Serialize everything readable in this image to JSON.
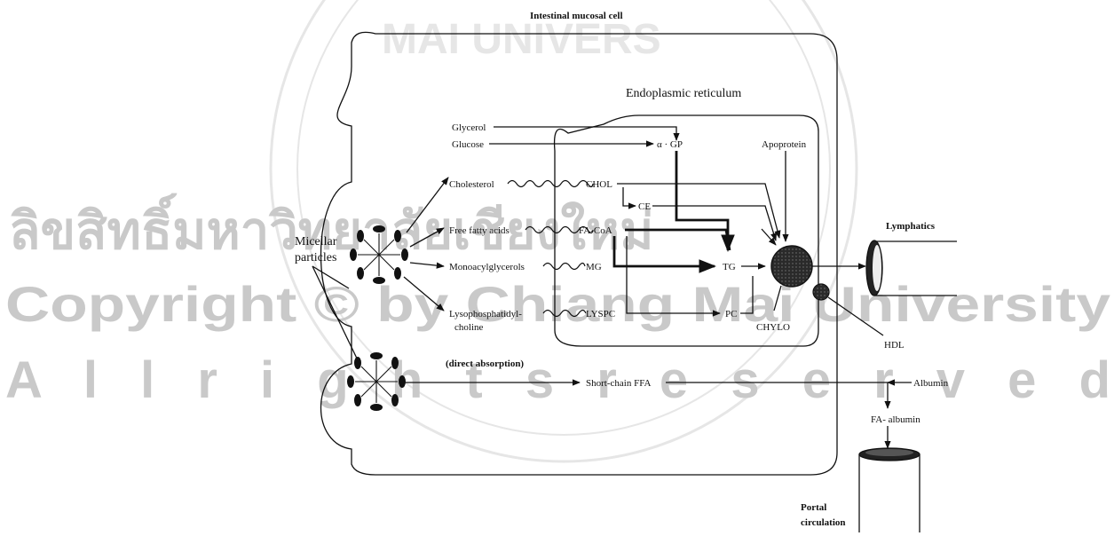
{
  "watermark": {
    "thai": "ลิขสิทธิ์มหาวิทยาลัยเชียงใหม่",
    "copyright": "Copyright © by Chiang Mai University",
    "rights": "A l l   r i g h t s   r e s e r v e d",
    "seal_text": "MAI UNIVERS",
    "color": "#c8c8c8"
  },
  "diagram": {
    "cell_title": "Intestinal mucosal cell",
    "er_title": "Endoplasmic reticulum",
    "micellar_label": [
      "Micellar",
      "particles"
    ],
    "inputs": {
      "glycerol": "Glycerol",
      "glucose": "Glucose",
      "cholesterol": "Cholesterol",
      "ffa": "Free fatty acids",
      "mag": "Monoacylglycerols",
      "lyso1": "Lysophosphatidyl-",
      "lyso2": "choline"
    },
    "intermediates": {
      "agp": "α · GP",
      "chol": "CHOL",
      "ce": "CE",
      "facoa": "FA-CoA",
      "mg": "MG",
      "lyspc": "LYSPC",
      "tg": "TG",
      "pc": "PC",
      "apoprotein": "Apoprotein",
      "chylo": "CHYLO",
      "hdl": "HDL"
    },
    "outputs": {
      "lymphatics": "Lymphatics",
      "direct": "(direct absorption)",
      "scffa": "Short-chain FFA",
      "albumin": "Albumin",
      "fa_albumin": "FA- albumin",
      "portal1": "Portal",
      "portal2": "circulation"
    }
  }
}
